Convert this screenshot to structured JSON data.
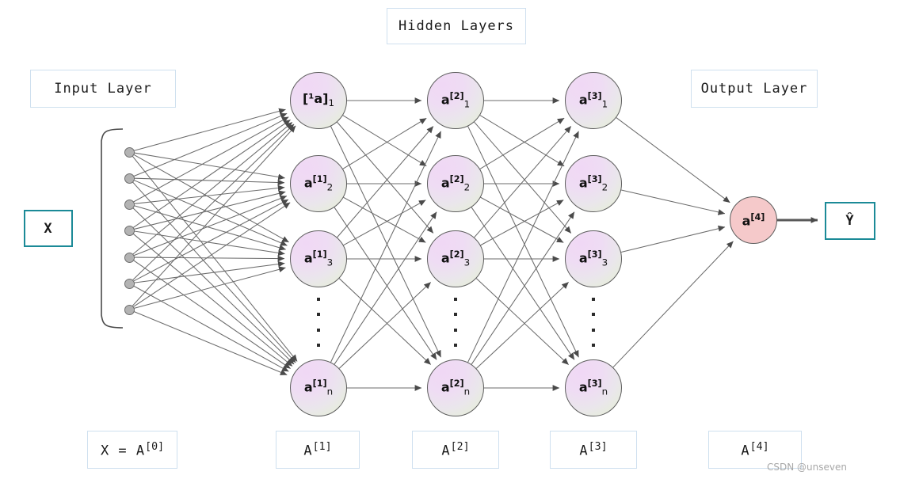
{
  "figure": {
    "title_boxes": {
      "input_layer": "Input Layer",
      "hidden_layers": "Hidden Layers",
      "output_layer": "Output Layer"
    },
    "input_vector_label": "X",
    "output_vector_label": "Ŷ",
    "watermark": "CSDN @unseven"
  },
  "colors": {
    "node_fill_start": "#f0d8f5",
    "node_fill_end": "#e6efd8",
    "output_node_fill": "#f5c9ca",
    "node_stroke": "#5d5d5d",
    "edge_stroke": "#6b6b6b",
    "input_dot_fill": "#b3b3b3",
    "box_border": "#cfe0ef",
    "box_border_accent": "#1b8a97",
    "watermark_color": "#a8a8a8"
  },
  "layers": [
    {
      "name": "input-layer",
      "bottom_label_base": "X = A",
      "bottom_label_sup": "[0]",
      "unit_count": 7,
      "units": []
    },
    {
      "name": "hidden-layer-1",
      "bottom_label_base": "A",
      "bottom_label_sup": "[1]",
      "has_ellipsis": true,
      "units": [
        {
          "base": "[¹a]",
          "sup": "",
          "sub": "1",
          "raw": "[1a]1"
        },
        {
          "base": "a",
          "sup": "[1]",
          "sub": "2",
          "raw": "a[1]2"
        },
        {
          "base": "a",
          "sup": "[1]",
          "sub": "3",
          "raw": "a[1]3"
        },
        {
          "base": "a",
          "sup": "[1]",
          "sub": "n",
          "raw": "a[1]n"
        }
      ]
    },
    {
      "name": "hidden-layer-2",
      "bottom_label_base": "A",
      "bottom_label_sup": "[2]",
      "has_ellipsis": true,
      "units": [
        {
          "base": "a",
          "sup": "[2]",
          "sub": "1",
          "raw": "a[2]1"
        },
        {
          "base": "a",
          "sup": "[2]",
          "sub": "2",
          "raw": "a[2]2"
        },
        {
          "base": "a",
          "sup": "[2]",
          "sub": "3",
          "raw": "a[2]3"
        },
        {
          "base": "a",
          "sup": "[2]",
          "sub": "n",
          "raw": "a[2]n"
        }
      ]
    },
    {
      "name": "hidden-layer-3",
      "bottom_label_base": "A",
      "bottom_label_sup": "[3]",
      "has_ellipsis": true,
      "units": [
        {
          "base": "a",
          "sup": "[3]",
          "sub": "1",
          "raw": "a[3]1"
        },
        {
          "base": "a",
          "sup": "[3]",
          "sub": "2",
          "raw": "a[3]2"
        },
        {
          "base": "a",
          "sup": "[3]",
          "sub": "3",
          "raw": "a[3]3"
        },
        {
          "base": "a",
          "sup": "[3]",
          "sub": "n",
          "raw": "a[3]n"
        }
      ]
    },
    {
      "name": "output-layer",
      "bottom_label_base": "A",
      "bottom_label_sup": "[4]",
      "has_ellipsis": false,
      "units": [
        {
          "base": "a",
          "sup": "[4]",
          "sub": "",
          "raw": "a[4]"
        }
      ]
    }
  ],
  "bottom_labels": [
    {
      "base": "X = A",
      "sup": "[0]"
    },
    {
      "base": "A",
      "sup": "[1]"
    },
    {
      "base": "A",
      "sup": "[2]"
    },
    {
      "base": "A",
      "sup": "[3]"
    },
    {
      "base": "A",
      "sup": "[4]"
    }
  ]
}
